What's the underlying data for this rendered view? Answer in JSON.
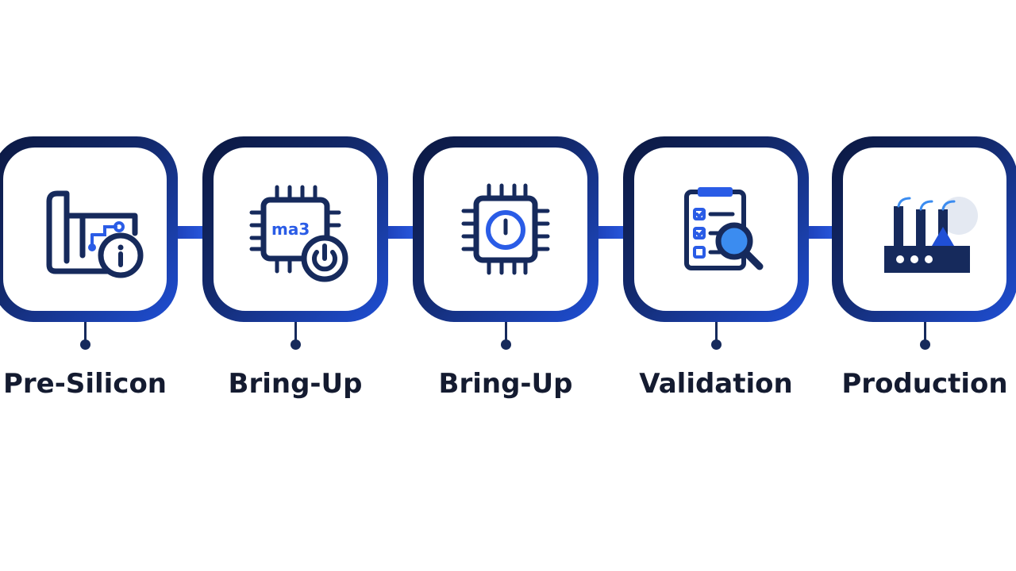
{
  "stages": [
    {
      "label": "Pre-Silicon",
      "icon": "blueprint-circuit-info-icon"
    },
    {
      "label": "Bring-Up",
      "icon": "chip-power-icon",
      "chip_text": "ma3"
    },
    {
      "label": "Bring-Up",
      "icon": "chip-gauge-icon"
    },
    {
      "label": "Validation",
      "icon": "checklist-magnifier-icon"
    },
    {
      "label": "Production",
      "icon": "factory-icon"
    }
  ],
  "colors": {
    "dark_navy": "#0f1e4a",
    "accent_blue": "#2a5ce6",
    "light_blue": "#3b8cf0",
    "label_text": "#141b30"
  }
}
